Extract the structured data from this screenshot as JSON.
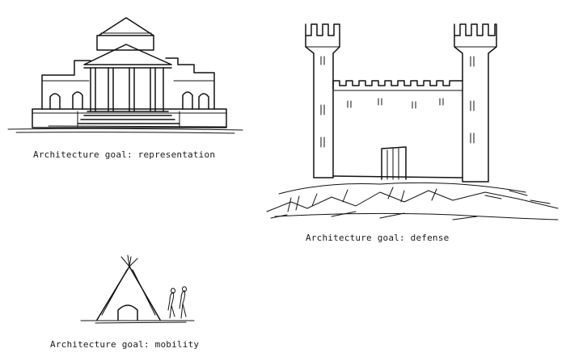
{
  "captions": {
    "representation": "Architecture goal: representation",
    "defense": "Architecture goal: defense",
    "mobility": "Architecture goal: mobility"
  },
  "colors": {
    "ink": "#111111",
    "paper": "#ffffff"
  },
  "sketches": {
    "representation": "neoclassical-palace-sketch",
    "defense": "castle-sketch",
    "mobility": "tipi-tent-sketch"
  }
}
